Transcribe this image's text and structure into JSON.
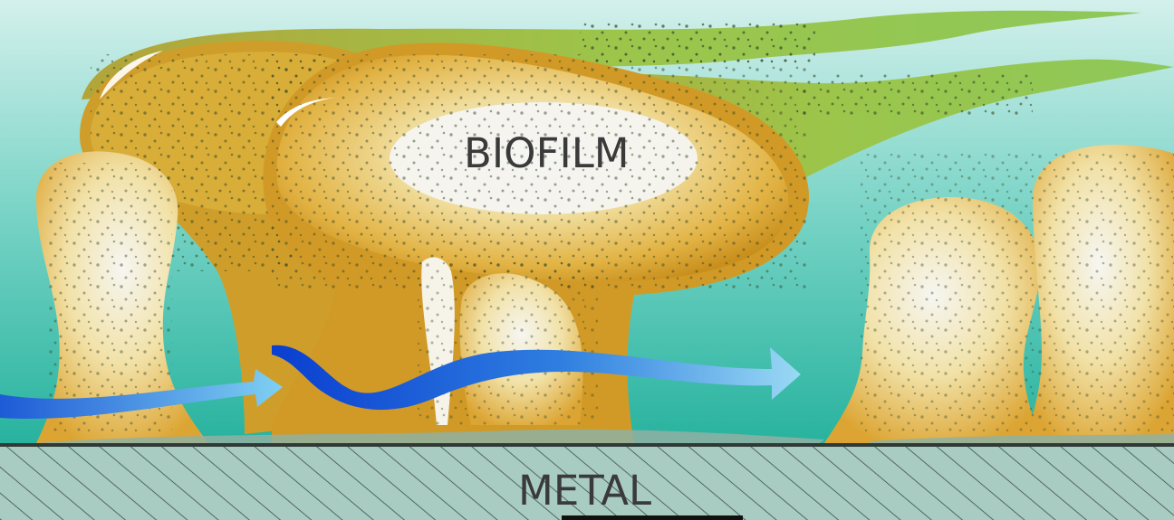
{
  "labels": {
    "biofilm": "BIOFILM",
    "metal": "METAL"
  },
  "colors": {
    "water_top": "#cfeee9",
    "water_bottom": "#2fb9a6",
    "streamer": "#9cc74a",
    "biofilm_outer": "#d8a42a",
    "biofilm_mid": "#e8c45a",
    "biofilm_core": "#f2f2ee",
    "flow_arrow": "#1e5fd8",
    "metal": "#a7c9c0",
    "hatch": "#3d4b47"
  },
  "icons": [
    "flow-arrow",
    "bacteria-dot"
  ]
}
